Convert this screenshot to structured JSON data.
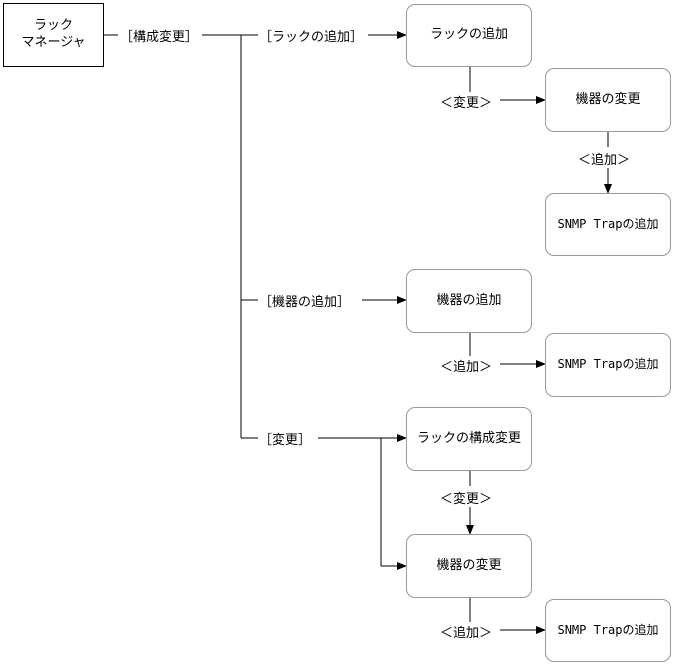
{
  "root": {
    "line1": "ラック",
    "line2": "マネージャ"
  },
  "config_change_label": "［構成変更］",
  "branches": {
    "add_rack": {
      "label": "［ラックの追加］",
      "box": "ラックの追加",
      "step1_label": "＜変更＞",
      "step1_box": "機器の変更",
      "step2_label": "＜追加＞",
      "step2_box": "SNMP Trapの追加"
    },
    "add_device": {
      "label": "［機器の追加］",
      "box": "機器の追加",
      "step1_label": "＜追加＞",
      "step1_box": "SNMP Trapの追加"
    },
    "modify": {
      "label": "［変更］",
      "box": "ラックの構成変更",
      "step1_label": "＜変更＞",
      "step1_box": "機器の変更",
      "step2_label": "＜追加＞",
      "step2_box": "SNMP Trapの追加"
    }
  }
}
